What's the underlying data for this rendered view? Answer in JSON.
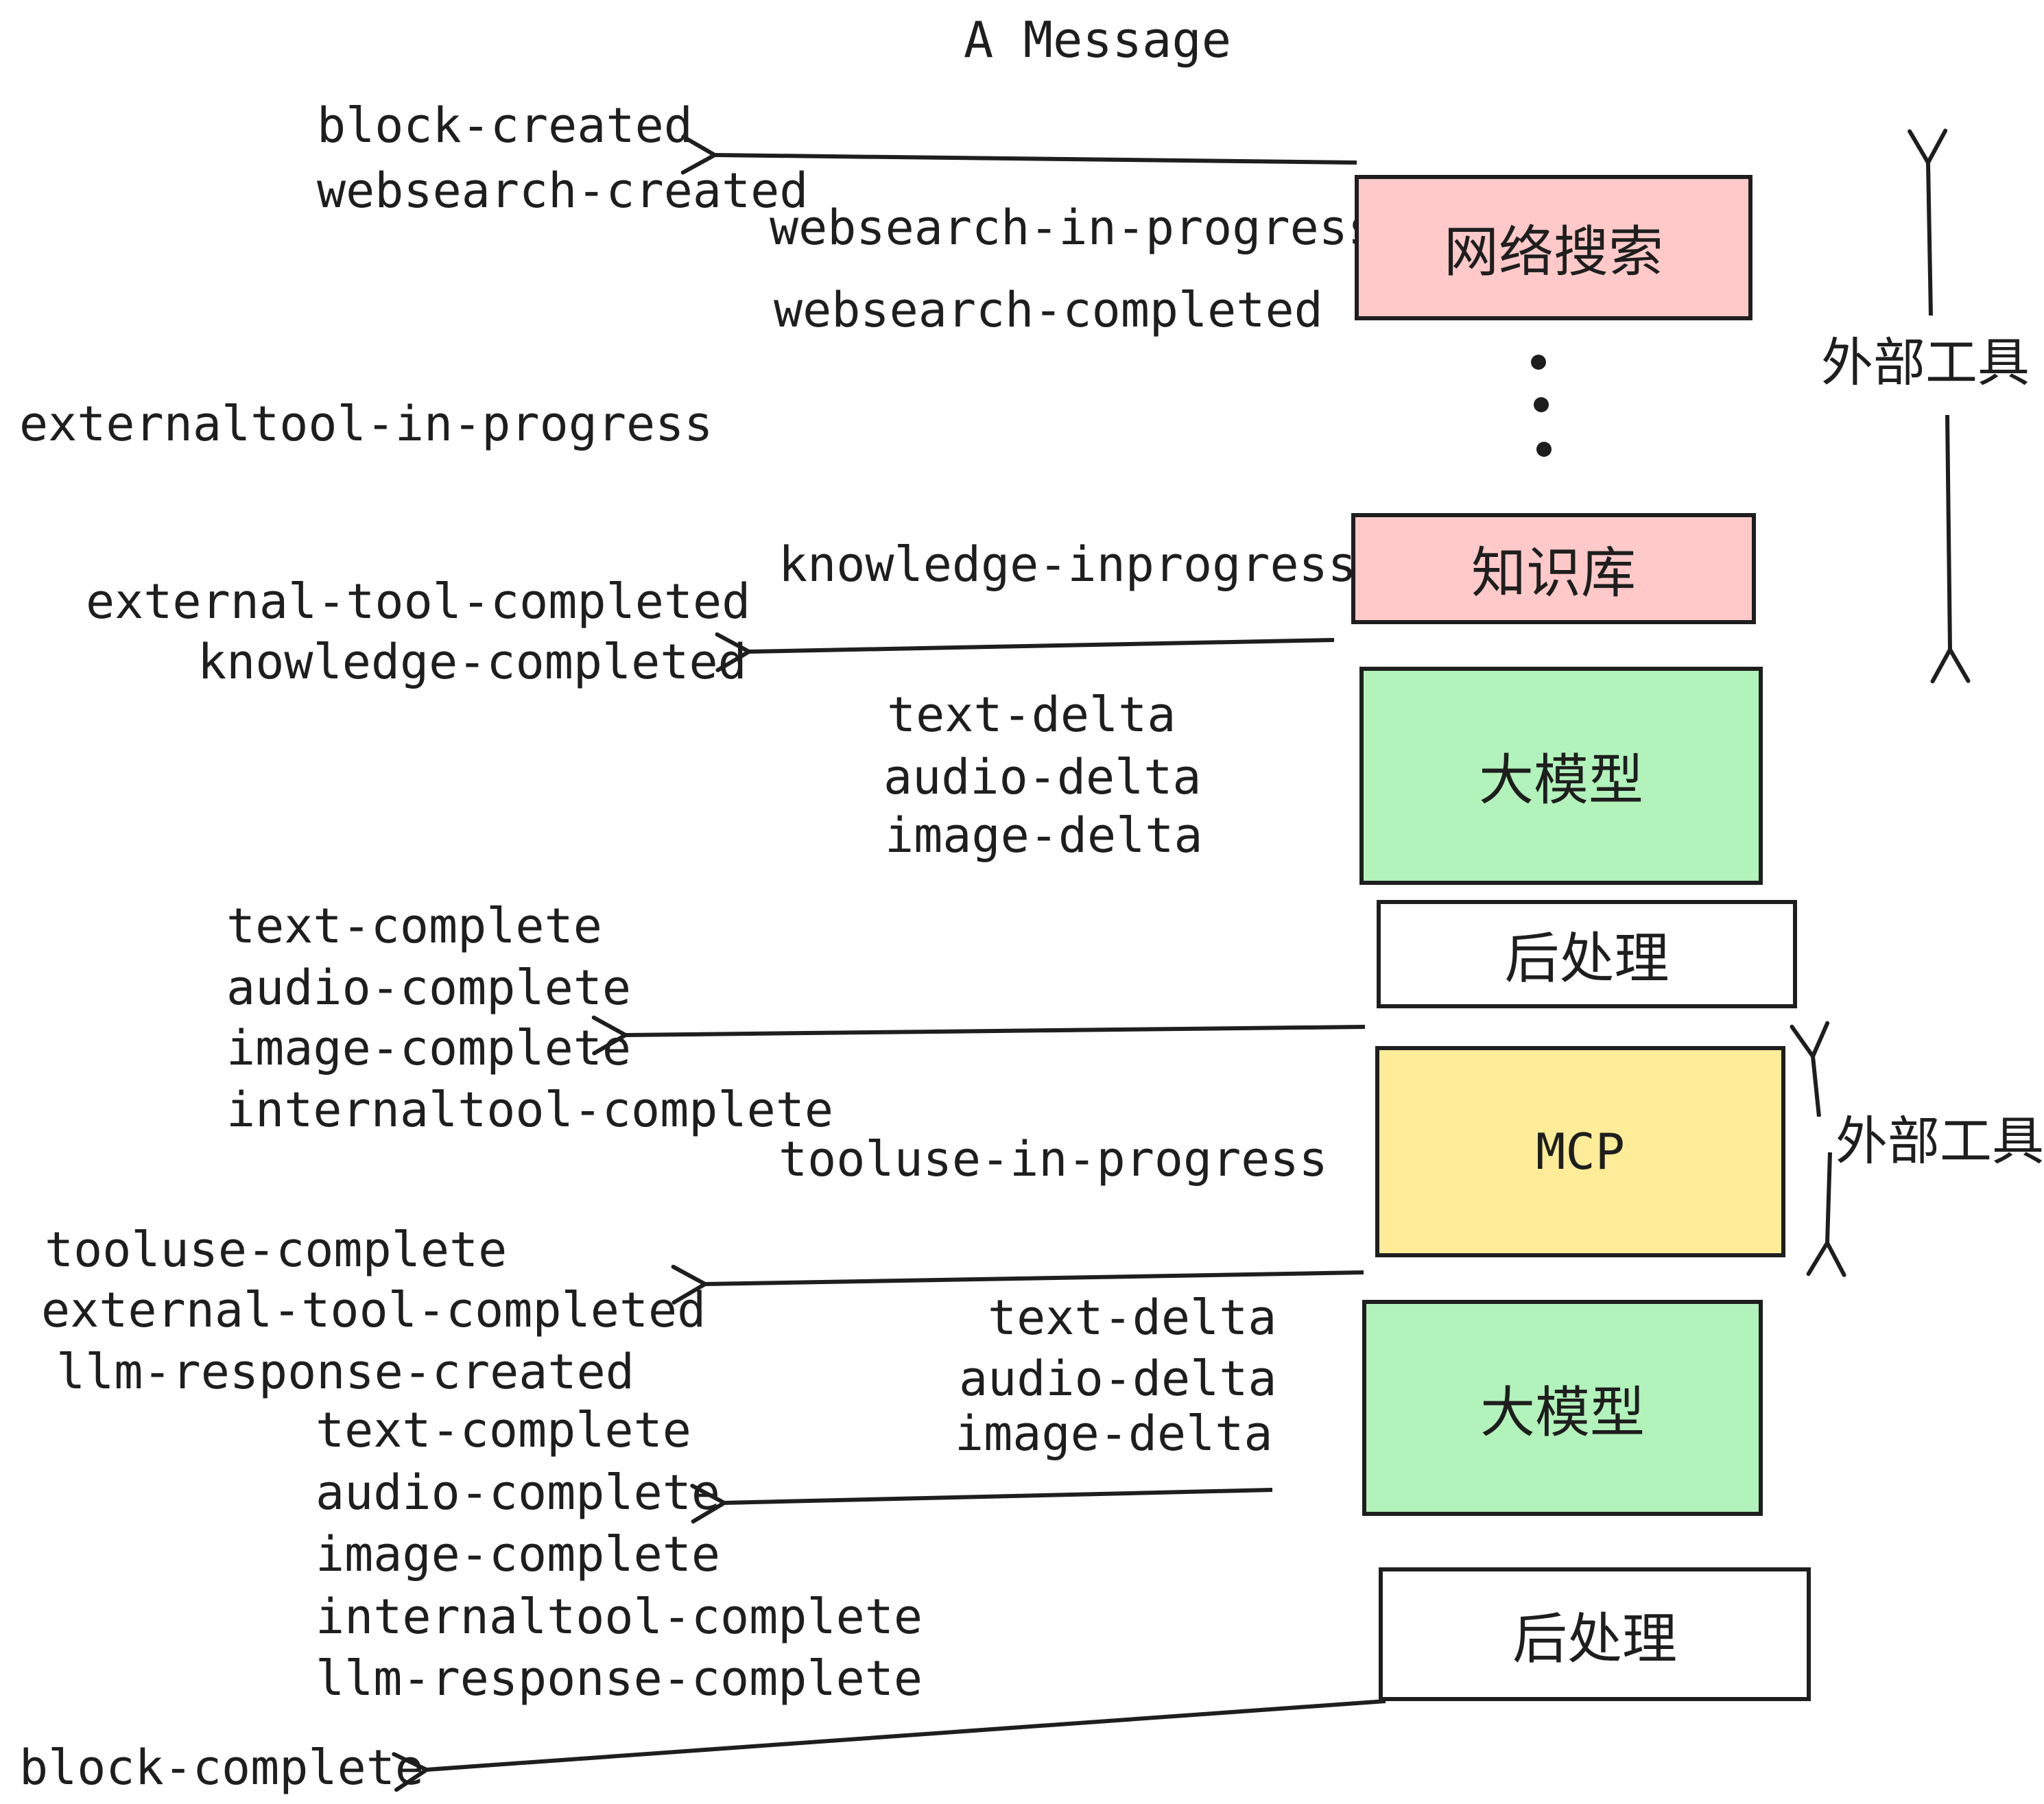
{
  "title": "A Message",
  "colors": {
    "stroke": "#1e1e1e",
    "external_tool_box": "#ffc9c9",
    "llm_box": "#b2f2bb",
    "mcp_box": "#ffec99",
    "post_process_box": "#ffffff",
    "background": "#ffffff"
  },
  "boxes": [
    {
      "id": "websearch",
      "label": "网络搜索"
    },
    {
      "id": "knowledge",
      "label": "知识库"
    },
    {
      "id": "llm-1",
      "label": "大模型"
    },
    {
      "id": "post-1",
      "label": "后处理"
    },
    {
      "id": "mcp",
      "label": "MCP"
    },
    {
      "id": "llm-2",
      "label": "大模型"
    },
    {
      "id": "post-2",
      "label": "后处理"
    }
  ],
  "side_labels": [
    {
      "label": "外部工具"
    },
    {
      "label": "外部工具"
    }
  ],
  "events": [
    {
      "text": "block-created"
    },
    {
      "text": "websearch-created"
    },
    {
      "text": "websearch-in-progress"
    },
    {
      "text": "websearch-completed"
    },
    {
      "text": "externaltool-in-progress"
    },
    {
      "text": "knowledge-inprogress"
    },
    {
      "text": "external-tool-completed"
    },
    {
      "text": "knowledge-completed"
    },
    {
      "text": "text-delta"
    },
    {
      "text": "audio-delta"
    },
    {
      "text": "image-delta"
    },
    {
      "text": "text-complete"
    },
    {
      "text": "audio-complete"
    },
    {
      "text": "image-complete"
    },
    {
      "text": "internaltool-complete"
    },
    {
      "text": "tooluse-in-progress"
    },
    {
      "text": "tooluse-complete"
    },
    {
      "text": "external-tool-completed"
    },
    {
      "text": "llm-response-created"
    },
    {
      "text": "text-delta"
    },
    {
      "text": "audio-delta"
    },
    {
      "text": "image-delta"
    },
    {
      "text": "text-complete"
    },
    {
      "text": "audio-complete"
    },
    {
      "text": "image-complete"
    },
    {
      "text": "internaltool-complete"
    },
    {
      "text": "llm-response-complete"
    },
    {
      "text": "block-complete"
    }
  ]
}
